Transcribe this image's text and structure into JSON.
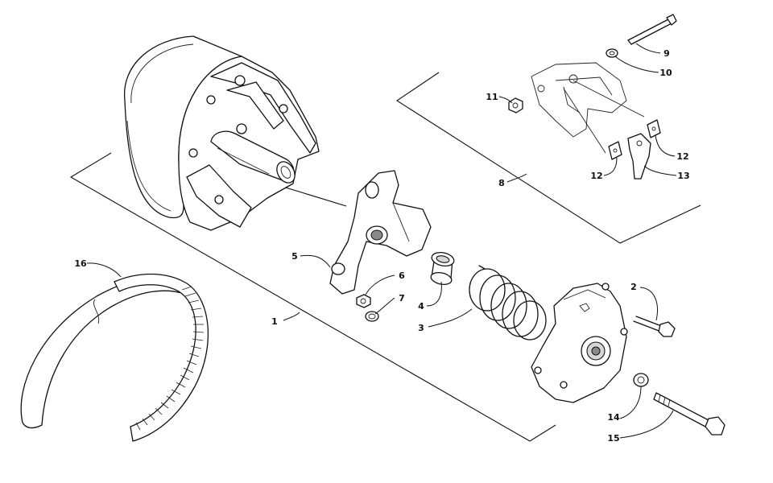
{
  "callouts": [
    {
      "id": "1",
      "label": "1"
    },
    {
      "id": "2",
      "label": "2"
    },
    {
      "id": "3",
      "label": "3"
    },
    {
      "id": "4",
      "label": "4"
    },
    {
      "id": "5",
      "label": "5"
    },
    {
      "id": "6",
      "label": "6"
    },
    {
      "id": "7",
      "label": "7"
    },
    {
      "id": "8",
      "label": "8"
    },
    {
      "id": "9",
      "label": "9"
    },
    {
      "id": "10",
      "label": "10"
    },
    {
      "id": "11",
      "label": "11"
    },
    {
      "id": "12a",
      "label": "12"
    },
    {
      "id": "12b",
      "label": "12"
    },
    {
      "id": "13",
      "label": "13"
    },
    {
      "id": "14",
      "label": "14"
    },
    {
      "id": "15",
      "label": "15"
    },
    {
      "id": "16",
      "label": "16"
    }
  ]
}
